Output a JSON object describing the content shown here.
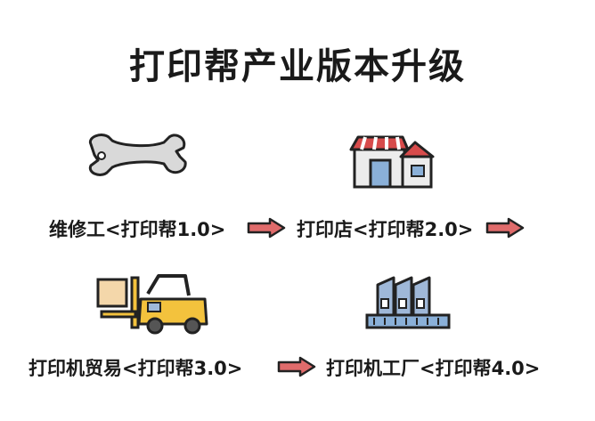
{
  "title": "打印帮产业版本升级",
  "stages": [
    {
      "label": "维修工<打印帮1.0>",
      "icon": "wrench-icon"
    },
    {
      "label": "打印店<打印帮2.0>",
      "icon": "shop-icon"
    },
    {
      "label": "打印机贸易<打印帮3.0>",
      "icon": "forklift-icon"
    },
    {
      "label": "打印机工厂<打印帮4.0>",
      "icon": "factory-icon"
    }
  ],
  "colors": {
    "arrow": "#e06b6b",
    "awning_red": "#d74b4b",
    "forklift_yellow": "#f3c23d",
    "box_beige": "#f4d7aa",
    "factory_blue": "#9fb8d8",
    "wrench_gray": "#d9d9d9"
  }
}
